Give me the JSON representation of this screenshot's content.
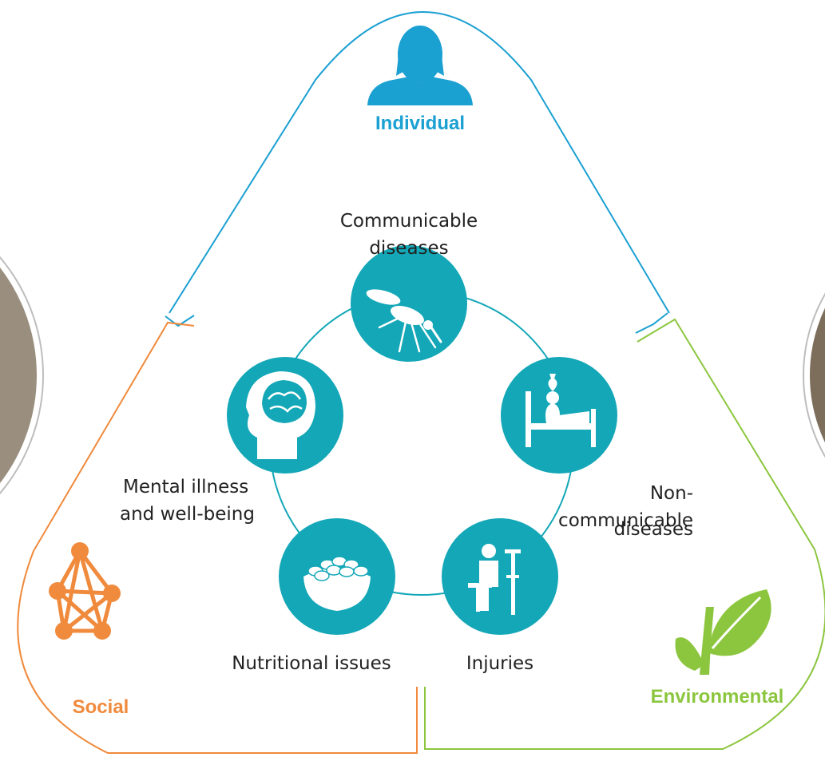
{
  "colors": {
    "individual": "#1ba0d2",
    "social": "#f08a3c",
    "environmental": "#8cc63f",
    "teal": "#13a7b7",
    "label_text": "#222222"
  },
  "corners": {
    "individual": {
      "label": "Individual",
      "icon": "person-icon"
    },
    "social": {
      "label": "Social",
      "icon": "network-icon"
    },
    "environmental": {
      "label": "Environmental",
      "icon": "sprout-icon"
    }
  },
  "cycle": {
    "communicable": {
      "line1": "Communicable",
      "line2": "diseases",
      "icon": "mosquito-icon"
    },
    "noncommunicable": {
      "line1": "Non-",
      "line2": "communicable",
      "line3": "diseases",
      "icon": "hospital-bed-icon"
    },
    "injuries": {
      "line1": "Injuries",
      "icon": "crutch-person-icon"
    },
    "nutritional": {
      "line1": "Nutritional issues",
      "icon": "food-bowl-icon"
    },
    "mental": {
      "line1": "Mental illness",
      "line2": "and well-being",
      "icon": "brain-head-icon"
    }
  }
}
